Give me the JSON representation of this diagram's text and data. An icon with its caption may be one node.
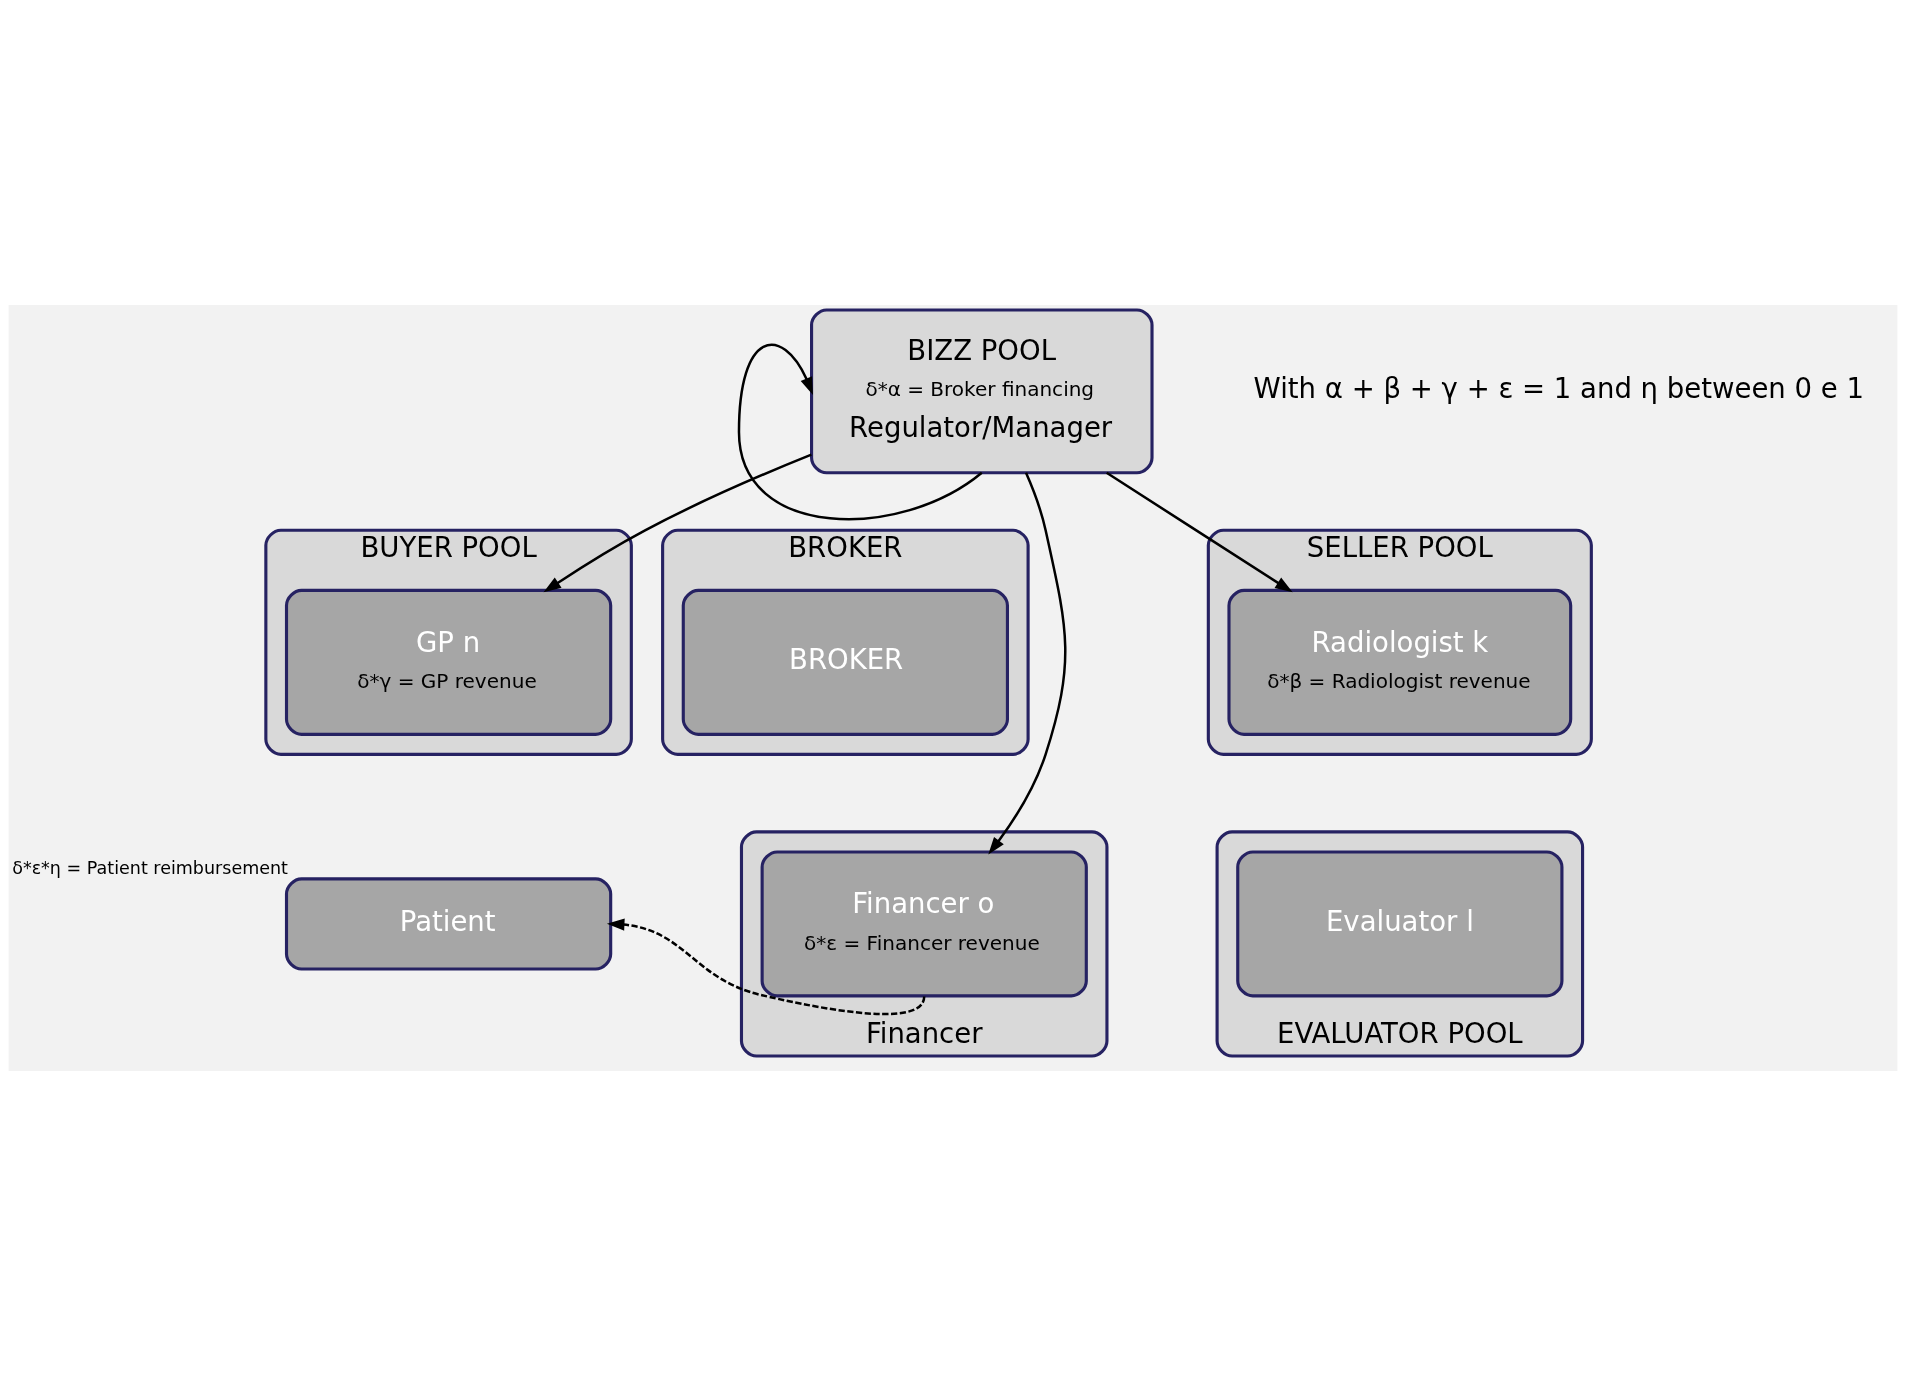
{
  "diagram": {
    "nodes": [
      {
        "text": [
          "BIZZ POOL",
          "δ*α = Broker financing",
          "Regulator/Manager"
        ]
      },
      {
        "text": [
          "BUYER POOL"
        ]
      },
      {
        "text": [
          "GP n",
          "δ*γ = GP revenue"
        ],
        "in": 1
      },
      {
        "text": [
          "BROKER"
        ]
      },
      {
        "text": [
          "BROKER"
        ],
        "in": 3
      },
      {
        "text": [
          "SELLER POOL"
        ]
      },
      {
        "text": [
          "Radiologist k",
          "δ*β = Radiologist revenue"
        ],
        "in": 5
      },
      {
        "text": [
          "Patient"
        ],
        "beside": [
          "δ*ε*η = Patient reimbursement"
        ]
      },
      {
        "text": [
          "Financer"
        ]
      },
      {
        "text": [
          "Financer o",
          "δ*ε = Financer revenue"
        ],
        "in": 8
      },
      {
        "text": [
          "EVALUATOR POOL"
        ]
      },
      {
        "text": [
          "Evaluator l"
        ],
        "in": 10
      }
    ],
    "edges": [
      {
        "from": 0,
        "to": 2,
        "arrow": "to"
      },
      {
        "from": 0,
        "to": 0,
        "arrow": "to"
      },
      {
        "from": 0,
        "to": 6,
        "arrow": "to"
      },
      {
        "from": 0,
        "to": 9,
        "arrow": "to"
      },
      {
        "from": 9,
        "to": 7,
        "arrow": "to",
        "style": "dashed"
      }
    ],
    "labels": [
      "With α + β + γ + ε = 1 and η between 0 e 1"
    ]
  }
}
